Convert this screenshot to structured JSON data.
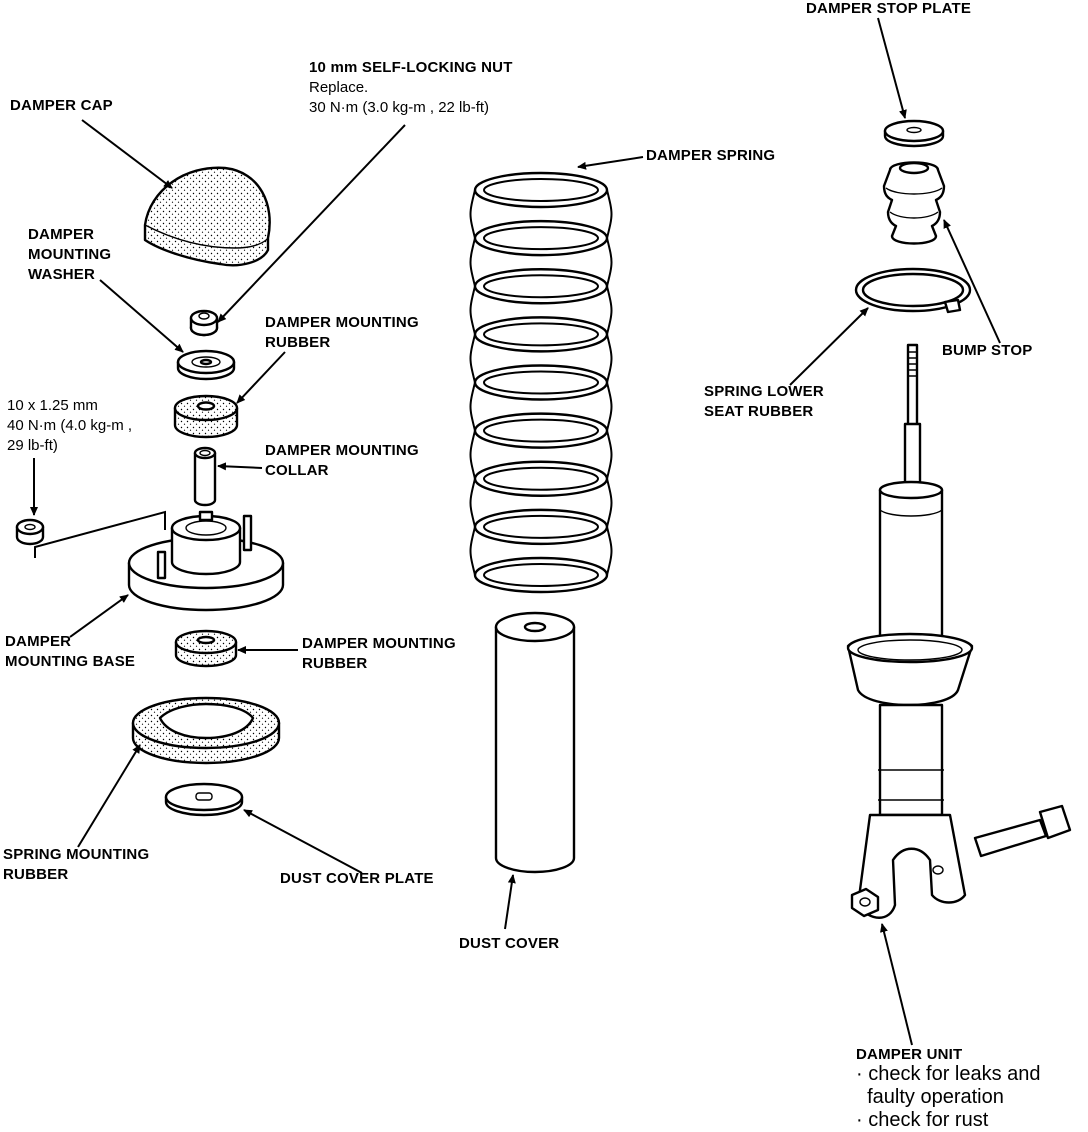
{
  "labels": {
    "damper_stop_plate": "DAMPER STOP PLATE",
    "self_locking_nut": "10 mm SELF-LOCKING NUT",
    "self_locking_nut_note1": "Replace.",
    "self_locking_nut_note2": "30  N·m (3.0  kg-m , 22  lb-ft)",
    "damper_cap": "DAMPER CAP",
    "damper_spring": "DAMPER SPRING",
    "washer_line1": "DAMPER",
    "washer_line2": "MOUNTING",
    "washer_line3": "WASHER",
    "mount_rubber_top_line1": "DAMPER MOUNTING",
    "mount_rubber_top_line2": "RUBBER",
    "torque_line1": "10 x 1.25 mm",
    "torque_line2": "40  N·m (4.0  kg-m ,",
    "torque_line3": "29  lb-ft)",
    "collar_line1": "DAMPER MOUNTING",
    "collar_line2": "COLLAR",
    "bump_stop": "BUMP STOP",
    "lower_seat_line1": "SPRING LOWER",
    "lower_seat_line2": "SEAT RUBBER",
    "base_line1": "DAMPER",
    "base_line2": "MOUNTING BASE",
    "mount_rubber_bottom_line1": "DAMPER MOUNTING",
    "mount_rubber_bottom_line2": "RUBBER",
    "spring_mount_line1": "SPRING MOUNTING",
    "spring_mount_line2": "RUBBER",
    "dust_cover_plate": "DUST COVER PLATE",
    "dust_cover": "DUST COVER",
    "damper_unit": "DAMPER UNIT",
    "damper_unit_note1": "· check for leaks and",
    "damper_unit_note2": "  faulty operation",
    "damper_unit_note3": "· check for rust"
  }
}
